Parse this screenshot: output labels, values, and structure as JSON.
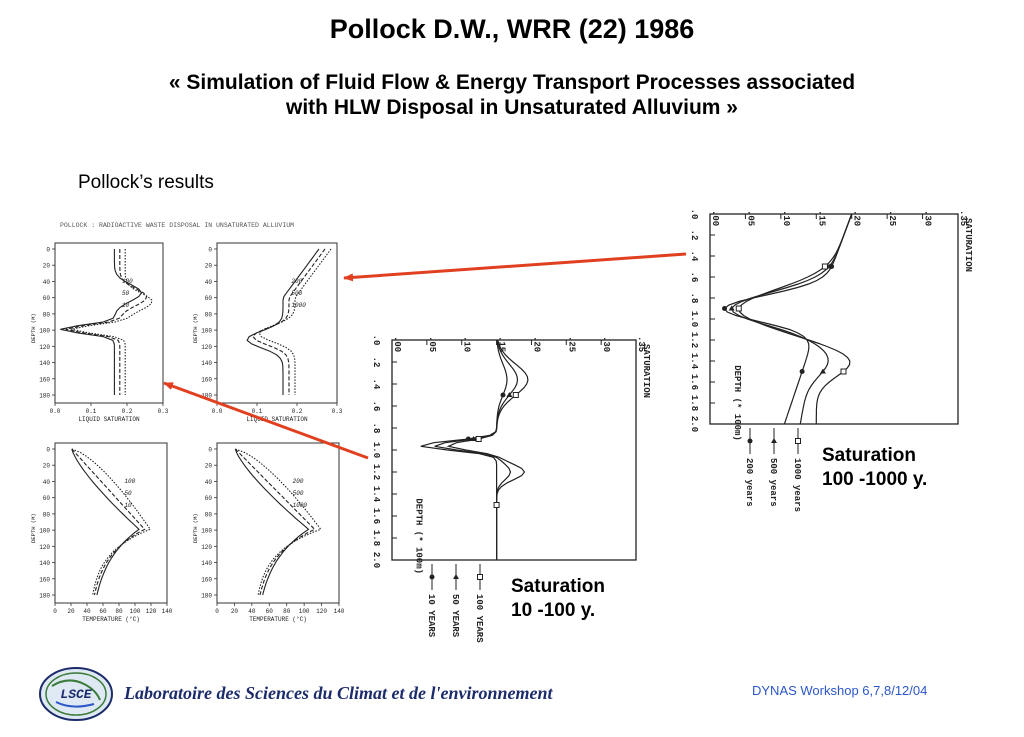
{
  "slide": {
    "title": "Pollock D.W., WRR (22) 1986",
    "subtitle_line1": "« Simulation of Fluid Flow & Energy Transport Processes associated",
    "subtitle_line2": "with HLW Disposal in Unsaturated Alluvium »",
    "section_label": "Pollock’s results"
  },
  "captions": {
    "right_line1": "Saturation",
    "right_line2": "100 -1000 y.",
    "mid_line1": "Saturation",
    "mid_line2": "10 -100 y."
  },
  "footer": {
    "lab_name": "Laboratoire des Sciences du Climat et de l'environnement",
    "logo_text": "LSCE",
    "event": "DYNAS Workshop 6,7,8/12/04"
  },
  "colors": {
    "arrow": "#e0401f",
    "footer_event": "#2b57c8",
    "lab_name": "#1c2b6b"
  },
  "scan_left": {
    "header": "POLLOCK : RADIOACTIVE WASTE DISPOSAL IN UNSATURATED ALLUVIUM",
    "depth_label": "DEPTH (M)",
    "depth_ticks": [
      "0",
      "20",
      "40",
      "60",
      "80",
      "100",
      "120",
      "140",
      "160",
      "180"
    ],
    "sat_xlabel": "LIQUID SATURATION",
    "sat_ticks": [
      "0.0",
      "0.1",
      "0.2",
      "0.3"
    ],
    "temp_xlabel": "TEMPERATURE (°C)",
    "temp_ticks": [
      "0",
      "20",
      "40",
      "60",
      "80",
      "100",
      "120",
      "140"
    ],
    "panels": [
      {
        "id": "sat-a",
        "curves": [
          "100",
          "50",
          "10"
        ]
      },
      {
        "id": "sat-b",
        "curves": [
          "200",
          "500",
          "1000"
        ]
      },
      {
        "id": "temp-a",
        "curves": [
          "100",
          "50",
          "10"
        ]
      },
      {
        "id": "temp-b",
        "curves": [
          "200",
          "500",
          "1000"
        ]
      }
    ]
  },
  "plot_right": {
    "axis_title": "SATURATION",
    "x_ticks": [
      ".00",
      ".05",
      ".10",
      ".15",
      ".20",
      ".25",
      ".30",
      ".35"
    ],
    "depth_ticks": [
      ".0",
      ".2",
      ".4",
      ".6",
      ".8",
      "1.0",
      "1.2",
      "1.4",
      "1.6",
      "1.8",
      "2.0"
    ],
    "depth_label": "DEPTH (* 100m)",
    "legend": [
      "200 years",
      "500 years",
      "1000 years"
    ]
  },
  "plot_mid": {
    "axis_title": "SATURATION",
    "x_ticks": [
      ".00",
      ".05",
      ".10",
      ".15",
      ".20",
      ".25",
      ".30",
      ".35"
    ],
    "depth_ticks": [
      ".0",
      ".2",
      ".4",
      ".6",
      ".8",
      "1.0",
      "1.2",
      "1.4",
      "1.6",
      "1.8",
      "2.0"
    ],
    "depth_label": "DEPTH (* 100m)",
    "legend": [
      "10 YEARS",
      "50 YEARS",
      "100 YEARS"
    ]
  }
}
